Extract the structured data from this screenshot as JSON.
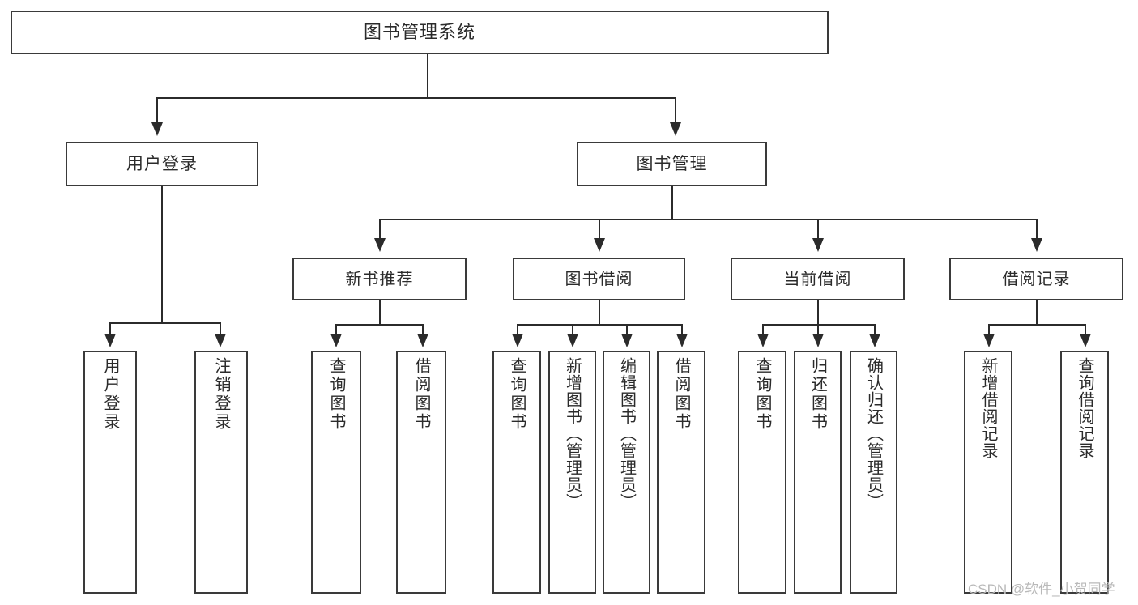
{
  "diagram": {
    "title": "图书管理系统",
    "type": "tree",
    "root": {
      "label": "图书管理系统"
    },
    "level1": [
      {
        "label": "用户登录"
      },
      {
        "label": "图书管理"
      }
    ],
    "level2": [
      {
        "label": "新书推荐",
        "parent": "图书管理"
      },
      {
        "label": "图书借阅",
        "parent": "图书管理"
      },
      {
        "label": "当前借阅",
        "parent": "图书管理"
      },
      {
        "label": "借阅记录",
        "parent": "图书管理"
      }
    ],
    "leaves": {
      "user_login": [
        {
          "label": "用户登录"
        },
        {
          "label": "注销登录"
        }
      ],
      "new_book_recommend": [
        {
          "label": "查询图书"
        },
        {
          "label": "借阅图书"
        }
      ],
      "book_borrow": [
        {
          "label": "查询图书"
        },
        {
          "label": "新增图书（管理员）"
        },
        {
          "label": "编辑图书（管理员）"
        },
        {
          "label": "借阅图书"
        }
      ],
      "current_borrow": [
        {
          "label": "查询图书"
        },
        {
          "label": "归还图书"
        },
        {
          "label": "确认归还（管理员）"
        }
      ],
      "borrow_record": [
        {
          "label": "新增借阅记录"
        },
        {
          "label": "查询借阅记录"
        }
      ]
    }
  },
  "watermark": {
    "text": "CSDN @软件_小贺同学"
  },
  "colors": {
    "box_border": "#3a3a3a",
    "line": "#2b2b2b",
    "text": "#2b2b2b",
    "background": "#ffffff",
    "watermark": "#b9b9b9"
  }
}
